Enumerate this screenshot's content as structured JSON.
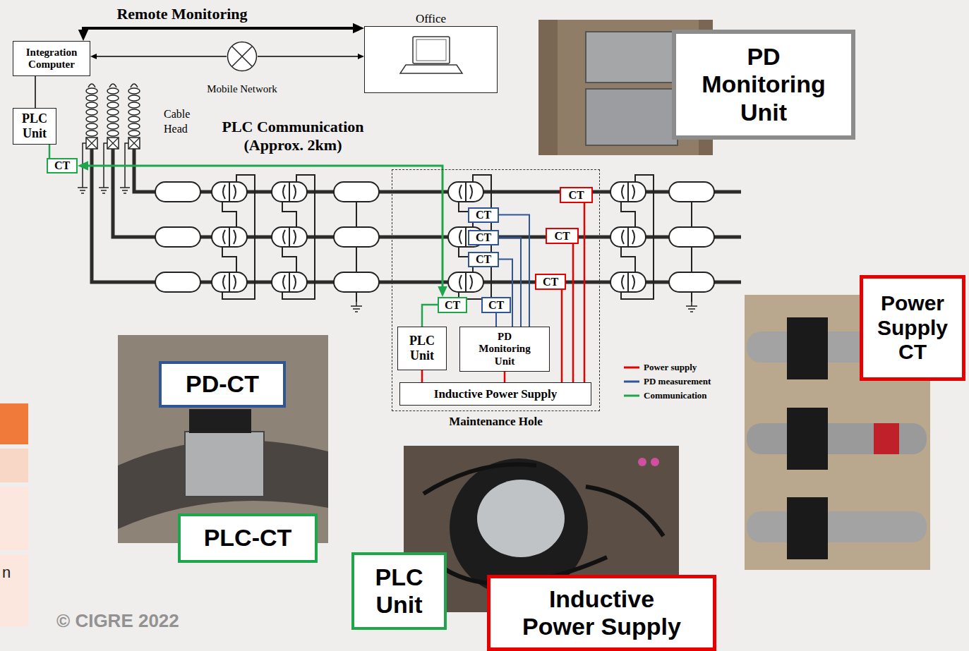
{
  "diagram": {
    "nodes": [
      {
        "text": [
          "Integration Computer"
        ]
      },
      {
        "text": [
          "Mobile Network"
        ]
      },
      {
        "text": [
          "Office"
        ]
      },
      {
        "text": [
          "PD Monitoring Unit"
        ]
      },
      {
        "text": [
          "PLC Unit"
        ]
      },
      {
        "text": [
          "CT"
        ]
      },
      {
        "text": [
          "Maintenance Hole"
        ]
      },
      {
        "text": [
          "CT"
        ],
        "in": 6
      },
      {
        "text": [
          "CT"
        ],
        "in": 6
      },
      {
        "text": [
          "CT"
        ],
        "in": 6
      },
      {
        "text": [
          "CT"
        ],
        "in": 6
      },
      {
        "text": [
          "CT"
        ],
        "in": 6
      },
      {
        "text": [
          "CT"
        ],
        "in": 6
      },
      {
        "text": [
          "CT"
        ],
        "in": 6
      },
      {
        "text": [
          "CT"
        ],
        "in": 6
      },
      {
        "text": [
          "PLC Unit"
        ],
        "in": 6
      },
      {
        "text": [
          "PD Monitoring Unit"
        ],
        "in": 6
      },
      {
        "text": [
          "Inductive Power Supply"
        ],
        "in": 6
      },
      {
        "text": [
          "Power Supply CT"
        ]
      },
      {
        "text": [
          "PD-CT"
        ]
      },
      {
        "text": [
          "PLC-CT"
        ]
      },
      {
        "text": [
          "PLC Unit"
        ]
      },
      {
        "text": [
          "Inductive Power Supply"
        ]
      }
    ],
    "edges": [
      {
        "from": 0,
        "to": 2,
        "arrow": "both",
        "label": "Remote Monitoring"
      },
      {
        "from": 1,
        "to": 0,
        "arrow": "to"
      },
      {
        "from": 1,
        "to": 2,
        "arrow": "to"
      },
      {
        "from": 0,
        "to": 4,
        "arrow": "none"
      },
      {
        "from": 4,
        "to": 5,
        "arrow": "none"
      },
      {
        "from": 5,
        "to": 13,
        "arrow": "both",
        "label": "PLC Communication (Approx. 2km)"
      },
      {
        "from": 13,
        "to": 15,
        "arrow": "none"
      },
      {
        "from": 8,
        "to": 16,
        "arrow": "none"
      },
      {
        "from": 10,
        "to": 16,
        "arrow": "none"
      },
      {
        "from": 11,
        "to": 16,
        "arrow": "none"
      },
      {
        "from": 14,
        "to": 16,
        "arrow": "none"
      },
      {
        "from": 7,
        "to": 17,
        "arrow": "none"
      },
      {
        "from": 9,
        "to": 17,
        "arrow": "none"
      },
      {
        "from": 12,
        "to": 17,
        "arrow": "none"
      },
      {
        "from": 15,
        "to": 17,
        "arrow": "none"
      },
      {
        "from": 16,
        "to": 17,
        "arrow": "none"
      }
    ],
    "labels": [
      "Cable Head",
      "© CIGRE 2022",
      "n"
    ],
    "legend": [
      {
        "text": "Power supply"
      },
      {
        "text": "PD measurement"
      },
      {
        "text": "Communication"
      }
    ]
  }
}
